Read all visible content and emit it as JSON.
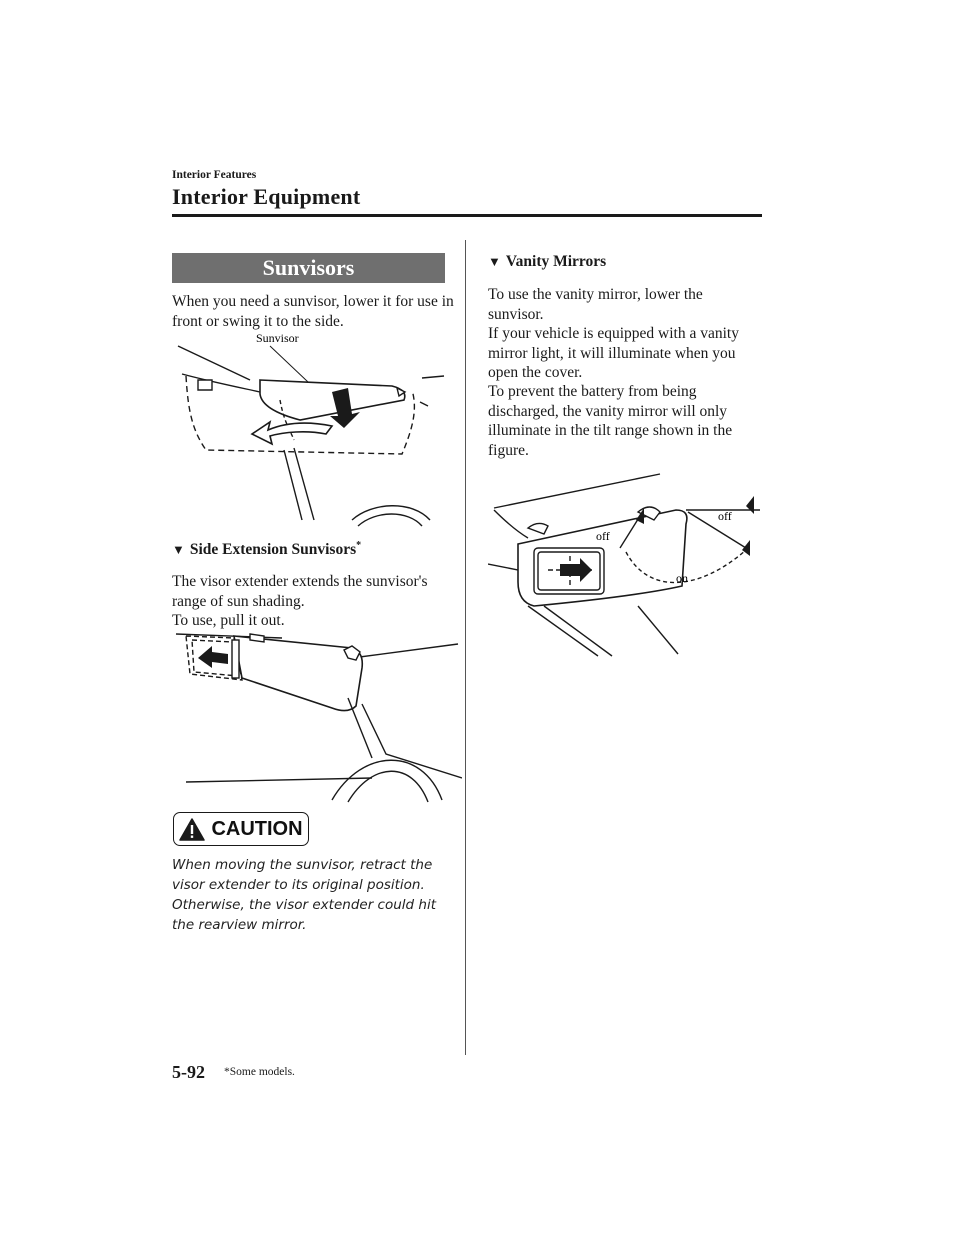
{
  "header": {
    "section": "Interior Features",
    "title": "Interior Equipment"
  },
  "left": {
    "banner": "Sunvisors",
    "intro": "When you need a sunvisor, lower it for use in front or swing it to the side.",
    "figure1_label": "Sunvisor",
    "sub_heading": "Side Extension Sunvisors",
    "sub_heading_mark": "*",
    "sub_text": "The visor extender extends the sunvisor's range of sun shading.",
    "sub_text2": "To use, pull it out.",
    "caution_label": "CAUTION",
    "caution_text": "When moving the sunvisor, retract the visor extender to its original position. Otherwise, the visor extender could hit the rearview mirror."
  },
  "right": {
    "sub_heading": "Vanity Mirrors",
    "para1": "To use the vanity mirror, lower the sunvisor.",
    "para2": "If your vehicle is equipped with a vanity mirror light, it will illuminate when you open the cover.",
    "para3": "To prevent the battery from being discharged, the vanity mirror will only illuminate in the tilt range shown in the figure.",
    "label_off_left": "off",
    "label_off_right": "off",
    "label_on": "on"
  },
  "footer": {
    "page_number": "5-92",
    "footnote": "*Some models."
  }
}
